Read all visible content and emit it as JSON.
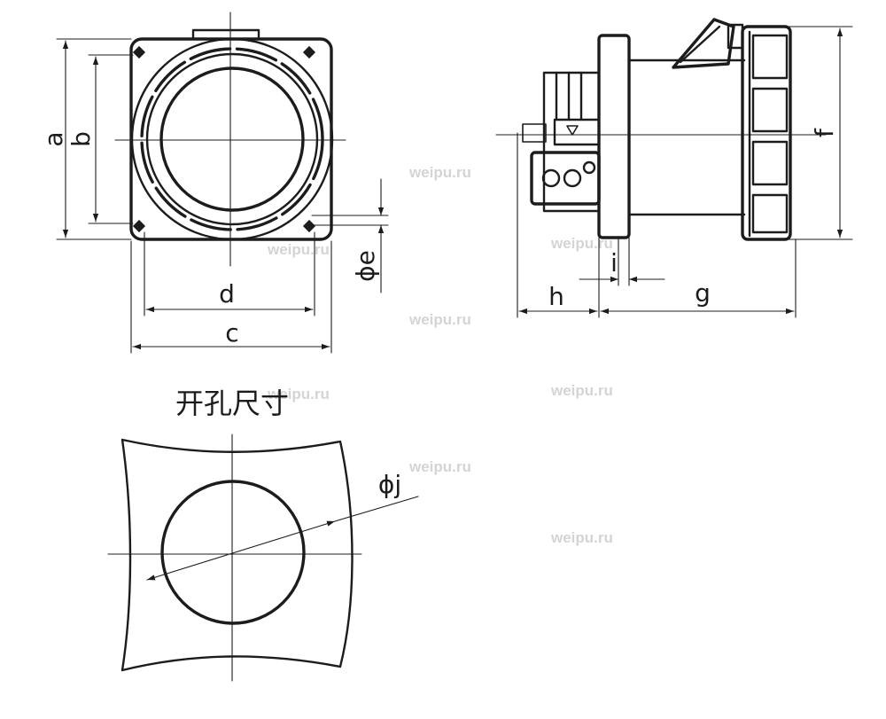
{
  "labels": {
    "a": "a",
    "b": "b",
    "c": "c",
    "d": "d",
    "e": "ϕe",
    "f": "f",
    "g": "g",
    "h": "h",
    "i": "i",
    "j": "ϕj"
  },
  "cutout_title": "开孔尺寸",
  "watermark": "weipu.ru"
}
